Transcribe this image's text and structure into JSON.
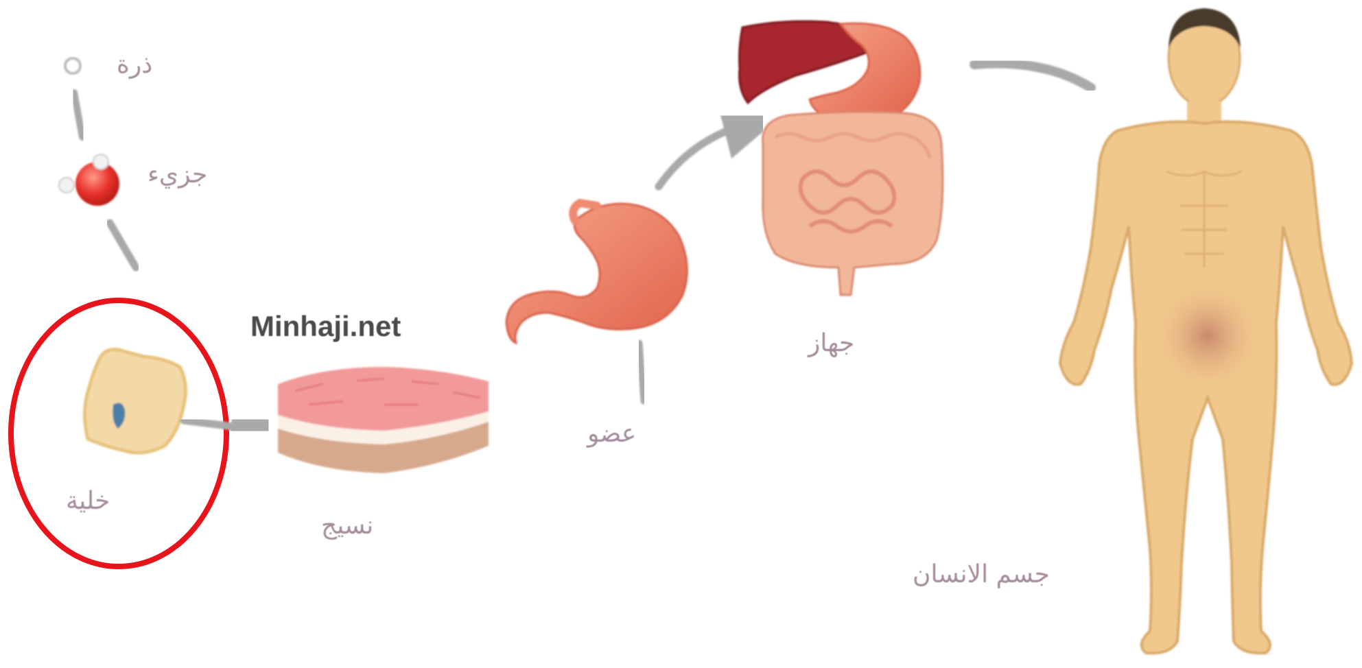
{
  "labels": {
    "atom": "ذرة",
    "molecule": "جزيء",
    "cell": "خلية",
    "tissue": "نسيج",
    "organ": "عضو",
    "system": "جهاز",
    "body": "جسم الانسان"
  },
  "watermark": "Minhaji.net",
  "colors": {
    "highlight": "#e8141b",
    "arrow": "#a7aaa8",
    "label": "#a58c9c",
    "skin": "#f1c88c",
    "organ": "#ef8a6f"
  }
}
